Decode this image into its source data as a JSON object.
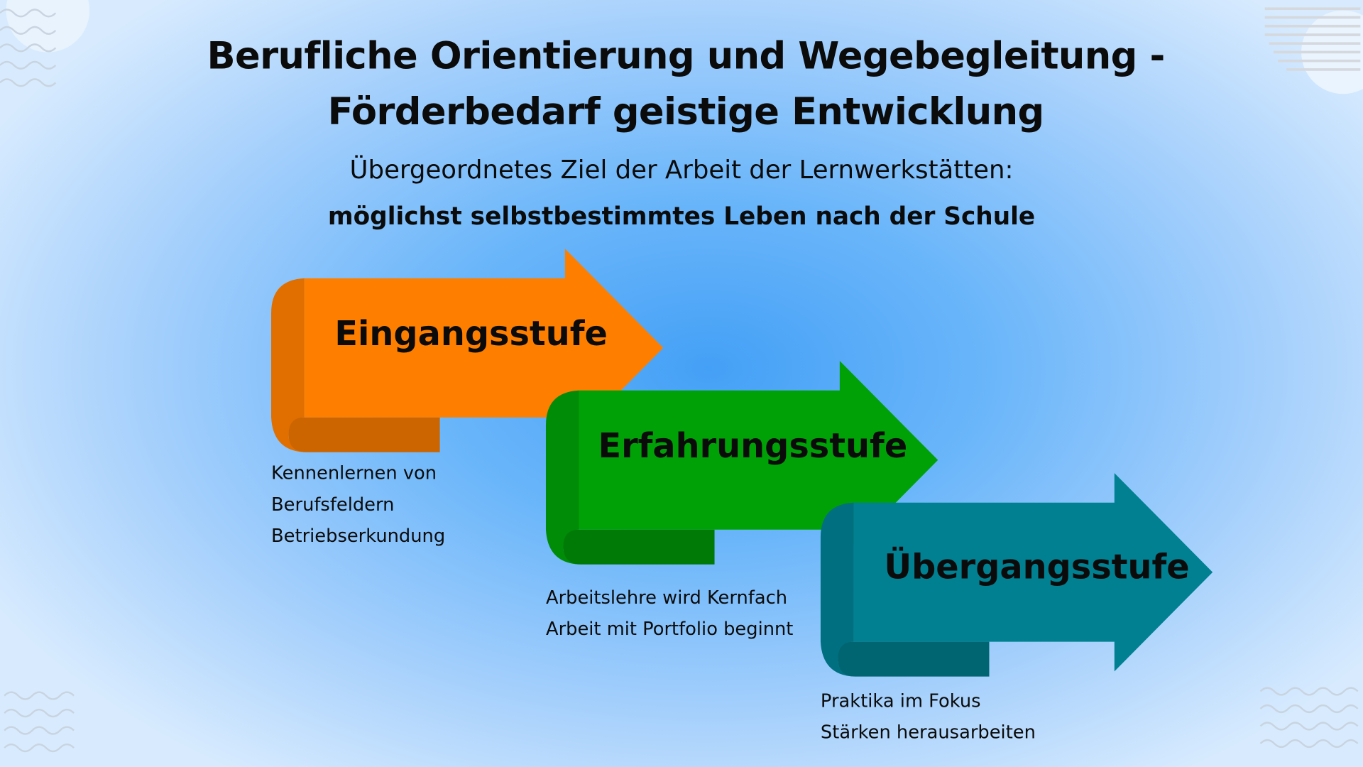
{
  "title_line1": "Berufliche Orientierung und Wegebegleitung -",
  "title_line2": "Förderbedarf geistige Entwicklung",
  "subtitle": "Übergeordnetes Ziel der Arbeit der Lernwerkstätten:",
  "goal": "möglichst selbstbestimmtes Leben nach der Schule",
  "stages": [
    {
      "label": "Eingangsstufe",
      "color": "#fe7f00",
      "items": [
        "Kennenlernen von",
        "Berufsfeldern",
        "Betriebserkundung"
      ]
    },
    {
      "label": "Erfahrungsstufe",
      "color": "#00a106",
      "items": [
        "Arbeitslehre wird Kernfach",
        "Arbeit mit Portfolio beginnt"
      ]
    },
    {
      "label": "Übergangsstufe",
      "color": "#008091",
      "items": [
        "Praktika im Fokus",
        "Stärken herausarbeiten"
      ]
    }
  ]
}
